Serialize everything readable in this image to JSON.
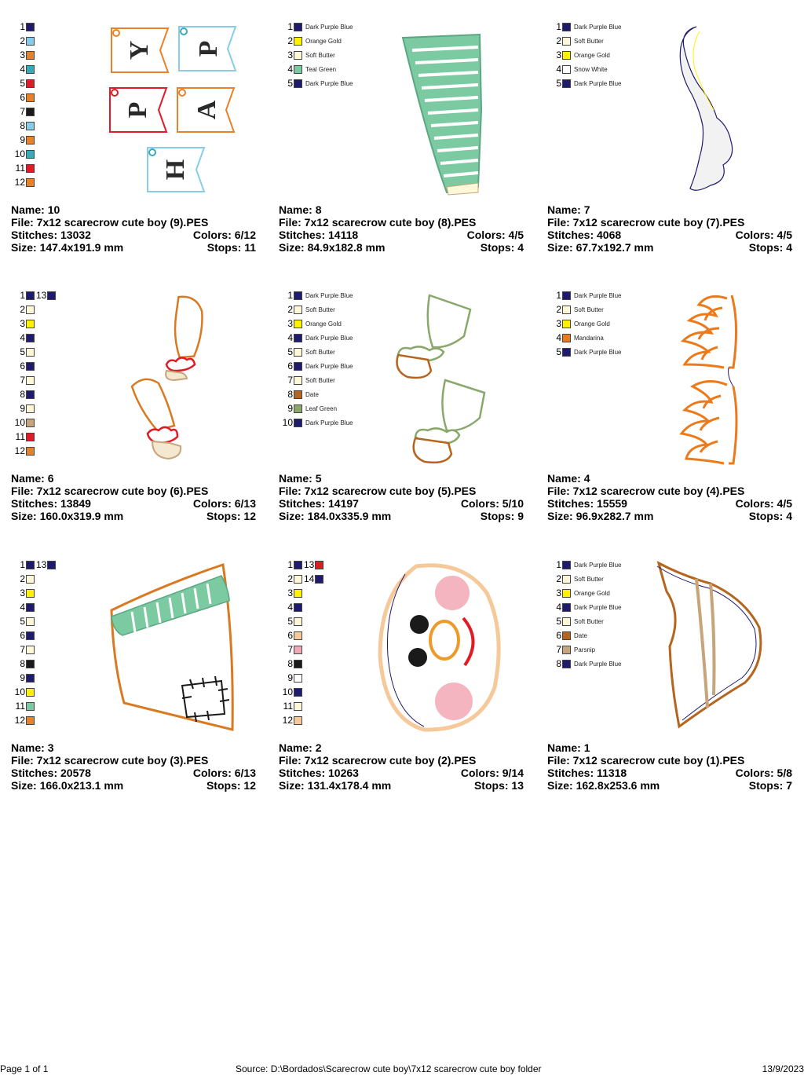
{
  "colors": {
    "dark_purple_blue": "#1e1a6e",
    "sky": "#87cdea",
    "orange": "#e8822a",
    "teal": "#3aaab8",
    "red": "#e01b25",
    "black": "#1a1a1a",
    "soft_butter": "#fff8d8",
    "orange_gold": "#fff200",
    "teal_green": "#7ccaa2",
    "snow_white": "#ffffff",
    "date": "#b5651d",
    "leaf_green": "#8aa86b",
    "mandarina": "#ec7a1c",
    "parsnip": "#c6a57a",
    "peach": "#f5c99a",
    "pink": "#f2a7b5"
  },
  "labels": {
    "name": "Name:",
    "file": "File:",
    "stitches": "Stitches:",
    "colors": "Colors:",
    "size": "Size:",
    "stops": "Stops:"
  },
  "cells": [
    {
      "name": "10",
      "file": "7x12 scarecrow cute boy (9).PES",
      "stitches": "13032",
      "colors": "6/12",
      "size": "147.4x191.9 mm",
      "stops": "11",
      "palette": [
        {
          "num": "1",
          "hex": "#1e1a6e"
        },
        {
          "num": "2",
          "hex": "#87cdea"
        },
        {
          "num": "3",
          "hex": "#e8822a"
        },
        {
          "num": "4",
          "hex": "#3aaab8"
        },
        {
          "num": "5",
          "hex": "#e01b25"
        },
        {
          "num": "6",
          "hex": "#e8822a"
        },
        {
          "num": "7",
          "hex": "#1a1a1a"
        },
        {
          "num": "8",
          "hex": "#87cdea"
        },
        {
          "num": "9",
          "hex": "#e8822a"
        },
        {
          "num": "10",
          "hex": "#3aaab8"
        },
        {
          "num": "11",
          "hex": "#e01b25"
        },
        {
          "num": "12",
          "hex": "#e8822a"
        }
      ],
      "design": {
        "letters": [
          "Y",
          "P",
          "P",
          "A",
          "H"
        ]
      }
    },
    {
      "name": "8",
      "file": "7x12 scarecrow cute boy (8).PES",
      "stitches": "14118",
      "colors": "4/5",
      "size": "84.9x182.8 mm",
      "stops": "4",
      "palette": [
        {
          "num": "1",
          "hex": "#1e1a6e",
          "label": "Dark Purple Blue"
        },
        {
          "num": "2",
          "hex": "#fff200",
          "label": "Orange Gold"
        },
        {
          "num": "3",
          "hex": "#fff8d8",
          "label": "Soft Butter"
        },
        {
          "num": "4",
          "hex": "#7ccaa2",
          "label": "Teal Green"
        },
        {
          "num": "5",
          "hex": "#1e1a6e",
          "label": "Dark Purple Blue"
        }
      ]
    },
    {
      "name": "7",
      "file": "7x12 scarecrow cute boy (7).PES",
      "stitches": "4068",
      "colors": "4/5",
      "size": "67.7x192.7 mm",
      "stops": "4",
      "palette": [
        {
          "num": "1",
          "hex": "#1e1a6e",
          "label": "Dark Purple Blue"
        },
        {
          "num": "2",
          "hex": "#fff8d8",
          "label": "Soft Butter"
        },
        {
          "num": "3",
          "hex": "#fff200",
          "label": "Orange Gold"
        },
        {
          "num": "4",
          "hex": "#ffffff",
          "label": "Snow White"
        },
        {
          "num": "5",
          "hex": "#1e1a6e",
          "label": "Dark Purple Blue"
        }
      ]
    },
    {
      "name": "6",
      "file": "7x12 scarecrow cute boy (6).PES",
      "stitches": "13849",
      "colors": "6/13",
      "size": "160.0x319.9 mm",
      "stops": "12",
      "palette": [
        {
          "num": "1",
          "hex": "#1e1a6e"
        },
        {
          "num": "2",
          "hex": "#fff8d8"
        },
        {
          "num": "3",
          "hex": "#fff200"
        },
        {
          "num": "4",
          "hex": "#1e1a6e"
        },
        {
          "num": "5",
          "hex": "#fff8d8"
        },
        {
          "num": "6",
          "hex": "#1e1a6e"
        },
        {
          "num": "7",
          "hex": "#fff8d8"
        },
        {
          "num": "8",
          "hex": "#1e1a6e"
        },
        {
          "num": "9",
          "hex": "#fff8d8"
        },
        {
          "num": "10",
          "hex": "#c6a57a"
        },
        {
          "num": "11",
          "hex": "#e01b25"
        },
        {
          "num": "12",
          "hex": "#e8822a"
        }
      ],
      "palette2": [
        {
          "num": "13",
          "hex": "#1e1a6e"
        }
      ]
    },
    {
      "name": "5",
      "file": "7x12 scarecrow cute boy (5).PES",
      "stitches": "14197",
      "colors": "5/10",
      "size": "184.0x335.9 mm",
      "stops": "9",
      "palette": [
        {
          "num": "1",
          "hex": "#1e1a6e",
          "label": "Dark Purple Blue"
        },
        {
          "num": "2",
          "hex": "#fff8d8",
          "label": "Soft Butter"
        },
        {
          "num": "3",
          "hex": "#fff200",
          "label": "Orange Gold"
        },
        {
          "num": "4",
          "hex": "#1e1a6e",
          "label": "Dark Purple Blue"
        },
        {
          "num": "5",
          "hex": "#fff8d8",
          "label": "Soft Butter"
        },
        {
          "num": "6",
          "hex": "#1e1a6e",
          "label": "Dark Purple Blue"
        },
        {
          "num": "7",
          "hex": "#fff8d8",
          "label": "Soft Butter"
        },
        {
          "num": "8",
          "hex": "#b5651d",
          "label": "Date"
        },
        {
          "num": "9",
          "hex": "#8aa86b",
          "label": "Leaf Green"
        },
        {
          "num": "10",
          "hex": "#1e1a6e",
          "label": "Dark Purple Blue"
        }
      ]
    },
    {
      "name": "4",
      "file": "7x12 scarecrow cute boy (4).PES",
      "stitches": "15559",
      "colors": "4/5",
      "size": "96.9x282.7 mm",
      "stops": "4",
      "palette": [
        {
          "num": "1",
          "hex": "#1e1a6e",
          "label": "Dark Purple Blue"
        },
        {
          "num": "2",
          "hex": "#fff8d8",
          "label": "Soft Butter"
        },
        {
          "num": "3",
          "hex": "#fff200",
          "label": "Orange Gold"
        },
        {
          "num": "4",
          "hex": "#ec7a1c",
          "label": "Mandarina"
        },
        {
          "num": "5",
          "hex": "#1e1a6e",
          "label": "Dark Purple Blue"
        }
      ]
    },
    {
      "name": "3",
      "file": "7x12 scarecrow cute boy (3).PES",
      "stitches": "20578",
      "colors": "6/13",
      "size": "166.0x213.1 mm",
      "stops": "12",
      "palette": [
        {
          "num": "1",
          "hex": "#1e1a6e"
        },
        {
          "num": "2",
          "hex": "#fff8d8"
        },
        {
          "num": "3",
          "hex": "#fff200"
        },
        {
          "num": "4",
          "hex": "#1e1a6e"
        },
        {
          "num": "5",
          "hex": "#fff8d8"
        },
        {
          "num": "6",
          "hex": "#1e1a6e"
        },
        {
          "num": "7",
          "hex": "#fff8d8"
        },
        {
          "num": "8",
          "hex": "#1a1a1a"
        },
        {
          "num": "9",
          "hex": "#1e1a6e"
        },
        {
          "num": "10",
          "hex": "#fff200"
        },
        {
          "num": "11",
          "hex": "#7ccaa2"
        },
        {
          "num": "12",
          "hex": "#e8822a"
        }
      ],
      "palette2": [
        {
          "num": "13",
          "hex": "#1e1a6e"
        }
      ]
    },
    {
      "name": "2",
      "file": "7x12 scarecrow cute boy (2).PES",
      "stitches": "10263",
      "colors": "9/14",
      "size": "131.4x178.4 mm",
      "stops": "13",
      "palette": [
        {
          "num": "1",
          "hex": "#1e1a6e"
        },
        {
          "num": "2",
          "hex": "#fff8d8"
        },
        {
          "num": "3",
          "hex": "#fff200"
        },
        {
          "num": "4",
          "hex": "#1e1a6e"
        },
        {
          "num": "5",
          "hex": "#fff8d8"
        },
        {
          "num": "6",
          "hex": "#f5c99a"
        },
        {
          "num": "7",
          "hex": "#f2a7b5"
        },
        {
          "num": "8",
          "hex": "#1a1a1a"
        },
        {
          "num": "9",
          "hex": "#ffffff"
        },
        {
          "num": "10",
          "hex": "#1e1a6e"
        },
        {
          "num": "11",
          "hex": "#fff8d8"
        },
        {
          "num": "12",
          "hex": "#f5c99a"
        }
      ],
      "palette2": [
        {
          "num": "13",
          "hex": "#e01b25"
        },
        {
          "num": "14",
          "hex": "#1e1a6e"
        }
      ]
    },
    {
      "name": "1",
      "file": "7x12 scarecrow cute boy (1).PES",
      "stitches": "11318",
      "colors": "5/8",
      "size": "162.8x253.6 mm",
      "stops": "7",
      "palette": [
        {
          "num": "1",
          "hex": "#1e1a6e",
          "label": "Dark Purple Blue"
        },
        {
          "num": "2",
          "hex": "#fff8d8",
          "label": "Soft Butter"
        },
        {
          "num": "3",
          "hex": "#fff200",
          "label": "Orange Gold"
        },
        {
          "num": "4",
          "hex": "#1e1a6e",
          "label": "Dark Purple Blue"
        },
        {
          "num": "5",
          "hex": "#fff8d8",
          "label": "Soft Butter"
        },
        {
          "num": "6",
          "hex": "#b5651d",
          "label": "Date"
        },
        {
          "num": "7",
          "hex": "#c6a57a",
          "label": "Parsnip"
        },
        {
          "num": "8",
          "hex": "#1e1a6e",
          "label": "Dark Purple Blue"
        }
      ]
    }
  ],
  "footer": {
    "page": "Page 1 of 1",
    "source": "Source: D:\\Bordados\\Scarecrow cute boy\\7x12 scarecrow cute boy folder",
    "date": "13/9/2023"
  }
}
